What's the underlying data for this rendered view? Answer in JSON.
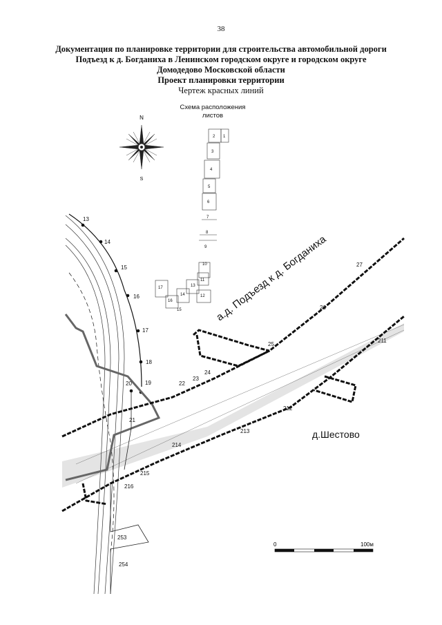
{
  "page_number": "38",
  "header": {
    "line1": "Документация по планировке территории для строительства автомобильной дороги",
    "line2": "Подъезд к д. Богданиха в Ленинском городском округе и городском округе",
    "line3": "Домодедово Московской области",
    "line4": "Проект планировки территории",
    "line5": "Чертеж красных линий"
  },
  "scheme": {
    "title_line1": "Схема расположения",
    "title_line2": "листов",
    "sheets": [
      "1",
      "2",
      "3",
      "4",
      "5",
      "6",
      "7",
      "8",
      "9",
      "10",
      "11",
      "12",
      "13",
      "14",
      "15",
      "16",
      "17"
    ]
  },
  "compass": {
    "north": "N",
    "south": "S",
    "icon": "compass-rose-icon"
  },
  "labels": {
    "road": "а.д. Подъезд к д. Богданиха",
    "village": "д.Шестово"
  },
  "points": [
    "13",
    "14",
    "15",
    "16",
    "17",
    "18",
    "19",
    "20",
    "21",
    "22",
    "23",
    "24",
    "25",
    "26",
    "27",
    "211",
    "212",
    "213",
    "214",
    "215",
    "216",
    "253",
    "254"
  ],
  "scale": {
    "zero": "0",
    "end": "100м"
  },
  "colors": {
    "line": "#111111",
    "road_fill": "#e6e6e6",
    "paper": "#ffffff"
  }
}
